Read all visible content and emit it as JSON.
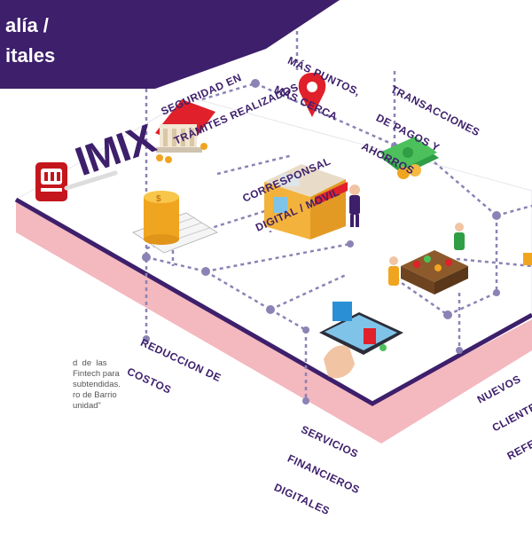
{
  "banner": {
    "line1": "alía /",
    "line2": "itales",
    "color": "#3d1f6b"
  },
  "brand": {
    "name": "IMIX",
    "accent": "#c4161c"
  },
  "labels": {
    "seguridad": [
      "SEGURIDAD EN",
      "TRÁMITES REALIZADOS"
    ],
    "mas_puntos": [
      "MÁS PUNTOS,",
      "MÁS CERCA"
    ],
    "transacciones": [
      "TRANSACCIONES",
      "DE PAGOS Y",
      "AHORROS"
    ],
    "corresponsal": [
      "CORRESPONSAL",
      "DIGITAL / MOVIL"
    ],
    "reduccion": [
      "REDUCCION DE",
      "COSTOS"
    ],
    "servicios": [
      "SERVICIOS",
      "FINANCIEROS",
      "DIGITALES"
    ],
    "nuevos": [
      "NUEVOS",
      "CLIENTES",
      "REFERIDOS"
    ]
  },
  "body_text": [
    "d  de  las",
    "Fintech para",
    "subtendidas.",
    "ro de Barrio",
    "unidad”"
  ],
  "colors": {
    "purple": "#3d1f6b",
    "pink": "#f4b8bf",
    "dots": "#8a83b5",
    "red": "#e0202a",
    "gold": "#f0a520"
  }
}
